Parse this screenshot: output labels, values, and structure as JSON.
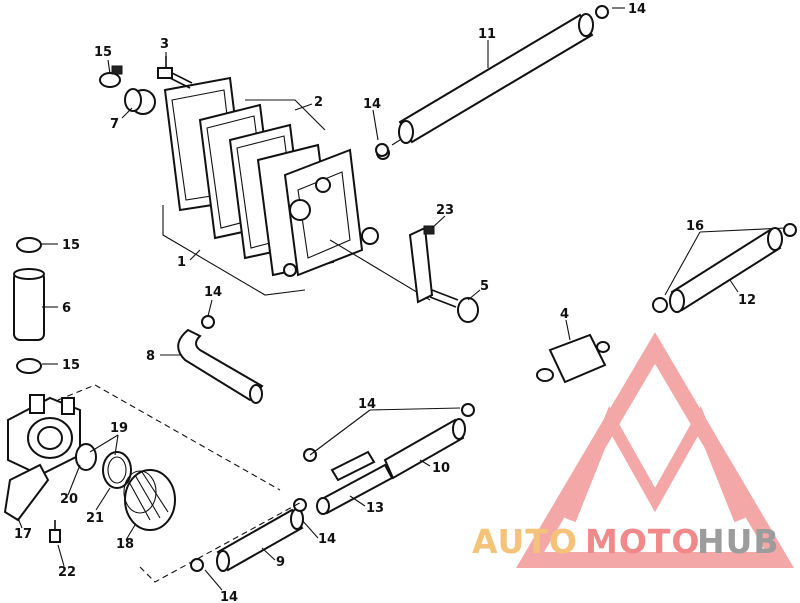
{
  "callouts": {
    "c1": "1",
    "c2": "2",
    "c3": "3",
    "c4": "4",
    "c5": "5",
    "c6": "6",
    "c7": "7",
    "c8": "8",
    "c9": "9",
    "c10": "10",
    "c11": "11",
    "c12": "12",
    "c13": "13",
    "c14_top": "14",
    "c14_left": "14",
    "c14_hose8": "14",
    "c14_pair": "14",
    "c14_right": "14",
    "c14_bottom": "14",
    "c15_top": "15",
    "c15_mid": "15",
    "c15_low": "15",
    "c16": "16",
    "c17": "17",
    "c18": "18",
    "c19": "19",
    "c20": "20",
    "c21": "21",
    "c22": "22",
    "c23": "23"
  },
  "watermark": {
    "part1": "AUTO",
    "part2": "MOTO",
    "part3": "HUB",
    "color_orange": "#f5c27a",
    "color_red": "#f08a8a",
    "color_gray": "#9c9c9c"
  }
}
